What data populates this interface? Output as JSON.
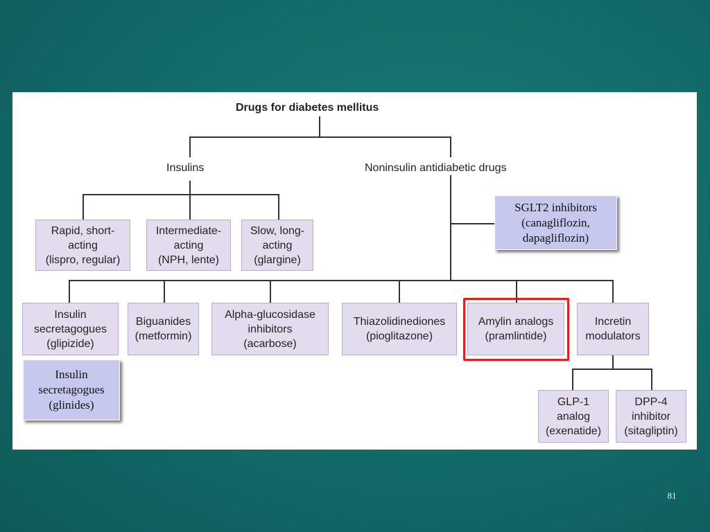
{
  "diagram": {
    "title": "Drugs for diabetes mellitus",
    "insulins_label": "Insulins",
    "noninsulin_label": "Noninsulin antidiabetic drugs",
    "insulin_types": [
      {
        "text": "Rapid, short-\nacting\n(lispro, regular)"
      },
      {
        "text": "Intermediate-\nacting\n(NPH, lente)"
      },
      {
        "text": "Slow, long-\nacting\n(glargine)"
      }
    ],
    "noninsulin_classes": [
      {
        "text": "Insulin\nsecretagogues\n(glipizide)"
      },
      {
        "text": "Biguanides\n(metformin)"
      },
      {
        "text": "Alpha-glucosidase\ninhibitors\n(acarbose)"
      },
      {
        "text": "Thiazolidinediones\n(pioglitazone)"
      },
      {
        "text": "Amylin analogs\n(pramlintide)"
      },
      {
        "text": "Incretin\nmodulators"
      }
    ],
    "incretin_subclasses": [
      {
        "text": "GLP-1\nanalog\n(exenatide)"
      },
      {
        "text": "DPP-4\ninhibitor\n(sitagliptin)"
      }
    ]
  },
  "added_boxes": {
    "sglt2": "SGLT2 inhibitors\n(canagliflozin,\ndapagliflozin)",
    "glinides": "Insulin\nsecretagogues\n(glinides)"
  },
  "highlighted_item": "Amylin analogs",
  "colors": {
    "background": "#126a67",
    "box_fill": "#e3dcef",
    "added_box_fill": "#c6c8ee",
    "highlight": "#e0201f"
  },
  "slide_number": "81"
}
